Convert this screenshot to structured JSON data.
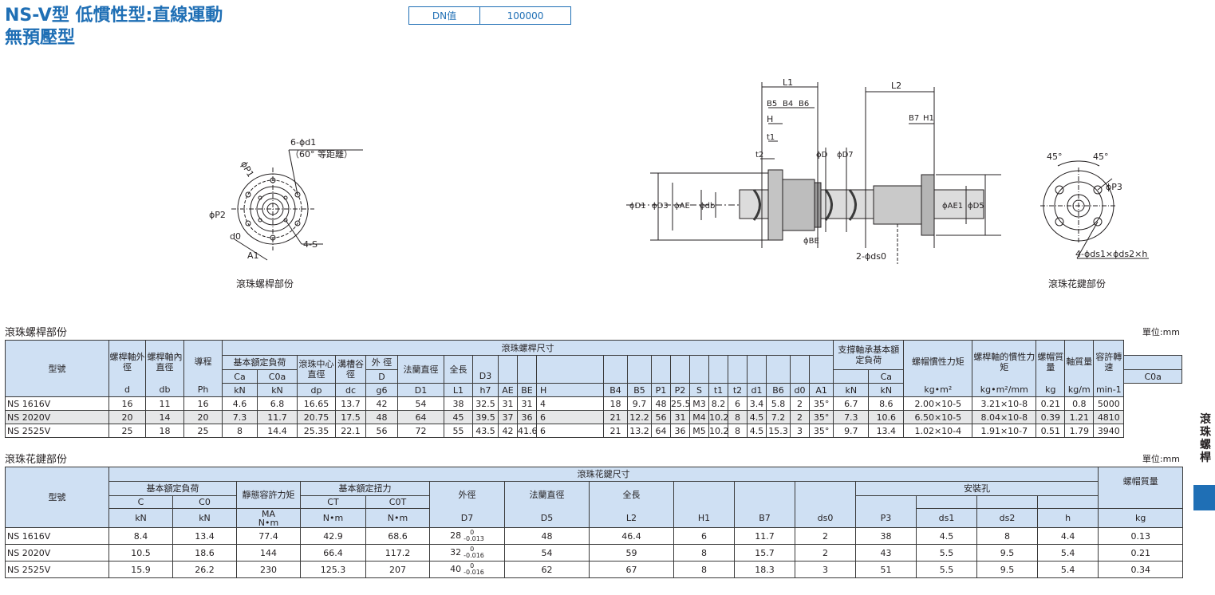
{
  "header": {
    "title_line1": "NS-V型 低慣性型:直線運動",
    "title_line2": "無預壓型",
    "dn_label": "DN值",
    "dn_value": "100000"
  },
  "diagrams": {
    "left": {
      "caption": "滾珠螺桿部份",
      "labels": {
        "holes": "6-ϕd1",
        "pitch_note": "（60° 等距離）",
        "p1": "ϕP1",
        "p2": "ϕP2",
        "d0": "d0",
        "a1": "A1",
        "s": "4-S"
      }
    },
    "middle": {
      "labels": {
        "L1": "L1",
        "L2": "L2",
        "B5": "B5",
        "B4": "B4",
        "B6": "B6",
        "H": "H",
        "t1": "t1",
        "t2": "t2",
        "D": "ϕD",
        "D7": "ϕD7",
        "B7": "B7",
        "H1": "H1",
        "D1": "ϕD1",
        "D3": "ϕD3",
        "AE": "ϕAE",
        "db": "ϕdb",
        "AE1": "ϕAE1",
        "D5": "ϕD5",
        "BE": "ϕBE",
        "ds0": "2-ϕds0"
      }
    },
    "right": {
      "caption": "滾珠花鍵部份",
      "labels": {
        "angle1": "45°",
        "angle2": "45°",
        "p3": "ϕP3",
        "holes": "4-ϕds1×ϕds2×h"
      }
    }
  },
  "screw_table": {
    "section_title": "滾珠螺桿部份",
    "unit": "單位:mm",
    "headers": {
      "model": "型號",
      "shaft_od": "螺桿軸外徑",
      "shaft_id": "螺桿軸內直徑",
      "lead": "導程",
      "dims_group": "滾珠螺桿尺寸",
      "rated_load": "基本額定負荷",
      "ball_pcd": "滾珠中心直徑",
      "groove": "溝槽谷徑",
      "od": "外 徑",
      "flange": "法蘭直徑",
      "length": "全長",
      "bearing": "支撐軸承基本額定負荷",
      "nut_inertia": "螺帽慣性力矩",
      "shaft_inertia": "螺桿軸的慣性力矩",
      "nut_mass": "螺帽質量",
      "shaft_mass": "軸質量",
      "speed": "容許轉速"
    },
    "symbol_row": [
      "",
      "",
      "",
      "Ca",
      "C0a",
      "",
      "",
      "D",
      "",
      "",
      "D3",
      "",
      "",
      "",
      "",
      "",
      "",
      "",
      "",
      "",
      "",
      "",
      "",
      "",
      "",
      "Ca",
      "C0a",
      "",
      "",
      "",
      "",
      ""
    ],
    "unit_row": [
      "d",
      "db",
      "Ph",
      "kN",
      "kN",
      "dp",
      "dc",
      "g6",
      "D1",
      "L1",
      "h7",
      "AE",
      "BE",
      "H",
      "B4",
      "B5",
      "P1",
      "P2",
      "S",
      "t1",
      "t2",
      "d1",
      "B6",
      "d0",
      "A1",
      "kN",
      "kN",
      "kg•m²",
      "kg•m²/mm",
      "kg",
      "kg/m",
      "min-1"
    ],
    "rows": [
      {
        "model": "NS 1616V",
        "cells": [
          "16",
          "11",
          "16",
          "4.6",
          "6.8",
          "16.65",
          "13.7",
          "42",
          "54",
          "38",
          "32.5",
          "31",
          "31",
          "4",
          "18",
          "9.7",
          "48",
          "25.5",
          "M3",
          "8.2",
          "6",
          "3.4",
          "5.8",
          "2",
          "35°",
          "6.7",
          "8.6",
          "2.00×10-5",
          "3.21×10-8",
          "0.21",
          "0.8",
          "5000"
        ]
      },
      {
        "model": "NS 2020V",
        "cells": [
          "20",
          "14",
          "20",
          "7.3",
          "11.7",
          "20.75",
          "17.5",
          "48",
          "64",
          "45",
          "39.5",
          "37",
          "36",
          "6",
          "21",
          "12.2",
          "56",
          "31",
          "M4",
          "10.2",
          "8",
          "4.5",
          "7.2",
          "2",
          "35°",
          "7.3",
          "10.6",
          "6.50×10-5",
          "8.04×10-8",
          "0.39",
          "1.21",
          "4810"
        ]
      },
      {
        "model": "NS 2525V",
        "cells": [
          "25",
          "18",
          "25",
          "8",
          "14.4",
          "25.35",
          "22.1",
          "56",
          "72",
          "55",
          "43.5",
          "42",
          "41.6",
          "6",
          "21",
          "13.2",
          "64",
          "36",
          "M5",
          "10.2",
          "8",
          "4.5",
          "15.3",
          "3",
          "35°",
          "9.7",
          "13.4",
          "1.02×10-4",
          "1.91×10-7",
          "0.51",
          "1.79",
          "3940"
        ]
      }
    ]
  },
  "spline_table": {
    "section_title": "滾珠花鍵部份",
    "unit": "單位:mm",
    "headers": {
      "model": "型號",
      "dims_group": "滾珠花鍵尺寸",
      "rated_load": "基本額定負荷",
      "static_moment": "靜態容許力矩",
      "rated_torque": "基本額定扭力",
      "od": "外徑",
      "flange": "法蘭直徑",
      "length": "全長",
      "mount": "安裝孔",
      "nut_mass": "螺帽質量"
    },
    "symbol_row": [
      "C",
      "C0",
      "MA",
      "CT",
      "C0T",
      "",
      "",
      "",
      "",
      "",
      "",
      "",
      "",
      "",
      "",
      ""
    ],
    "unit_row": [
      "kN",
      "kN",
      "N•m",
      "N•m",
      "N•m",
      "D7",
      "D5",
      "L2",
      "H1",
      "B7",
      "ds0",
      "P3",
      "ds1",
      "ds2",
      "h",
      "kg"
    ],
    "rows": [
      {
        "model": "NS 1616V",
        "cells": [
          "8.4",
          "13.4",
          "77.4",
          "42.9",
          "68.6",
          "28",
          "48",
          "46.4",
          "6",
          "11.7",
          "2",
          "38",
          "4.5",
          "8",
          "4.4",
          "0.13"
        ],
        "tol_upper": "0",
        "tol_lower": "-0.013"
      },
      {
        "model": "NS 2020V",
        "cells": [
          "10.5",
          "18.6",
          "144",
          "66.4",
          "117.2",
          "32",
          "54",
          "59",
          "8",
          "15.7",
          "2",
          "43",
          "5.5",
          "9.5",
          "5.4",
          "0.21"
        ],
        "tol_upper": "0",
        "tol_lower": "-0.016"
      },
      {
        "model": "NS 2525V",
        "cells": [
          "15.9",
          "26.2",
          "230",
          "125.3",
          "207",
          "40",
          "62",
          "67",
          "8",
          "18.3",
          "3",
          "51",
          "5.5",
          "9.5",
          "5.4",
          "0.34"
        ],
        "tol_upper": "0",
        "tol_lower": "-0.016"
      }
    ]
  },
  "side_tab": {
    "label": "滾珠螺桿",
    "color": "#1f6fb5"
  }
}
